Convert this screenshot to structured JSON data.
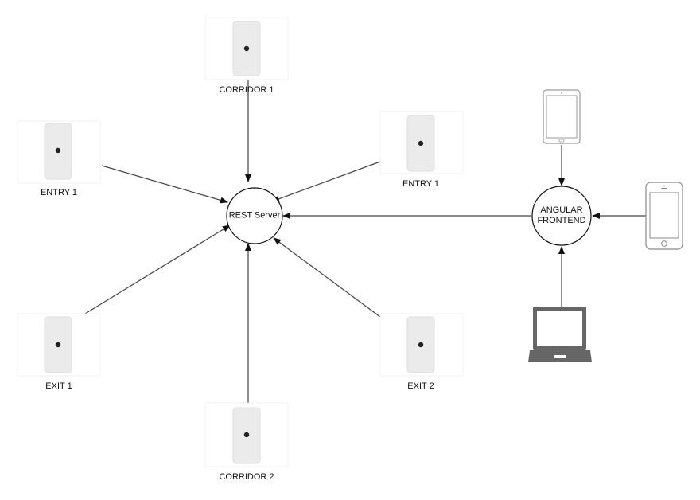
{
  "colors": {
    "edge": "#555555",
    "arrow": "#111111",
    "sensor_body": "#ebebeb",
    "sensor_frame": "#f3f3f3",
    "device": "#666666"
  },
  "nodes": {
    "server": {
      "label": "REST Server"
    },
    "frontend": {
      "line1": "ANGULAR",
      "line2": "FRONTEND"
    }
  },
  "sensors": {
    "corridor1": "CORRIDOR 1",
    "entry1_left": "ENTRY 1",
    "entry1_right": "ENTRY 1",
    "exit1": "EXIT 1",
    "exit2": "EXIT 2",
    "corridor2": "CORRIDOR 2"
  },
  "devices": {
    "tablet": "tablet-icon",
    "phone": "phone-icon",
    "laptop": "laptop-icon"
  }
}
